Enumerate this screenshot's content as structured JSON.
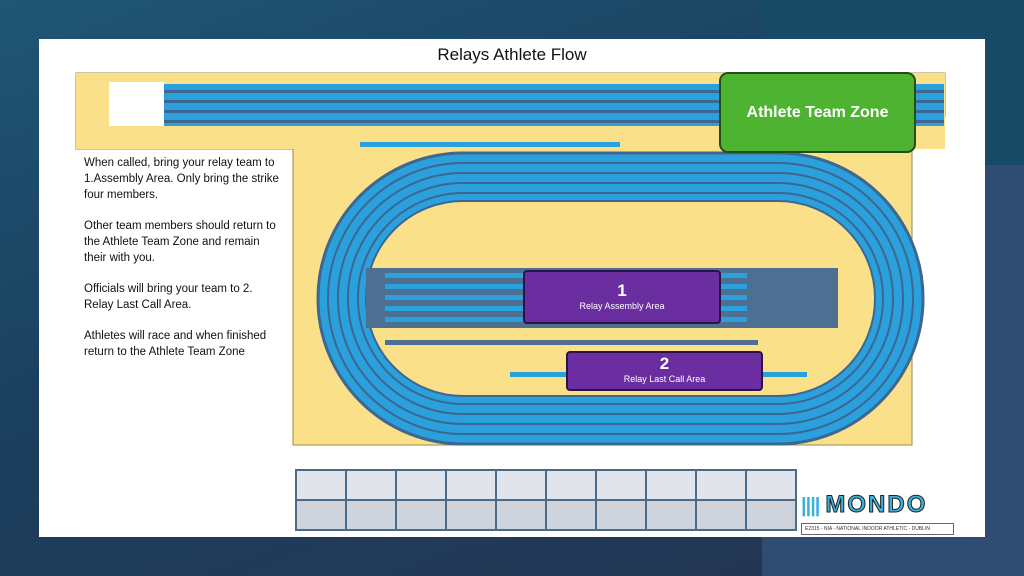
{
  "title": "Relays Athlete Flow",
  "instructions": [
    "When called, bring your relay team to 1.Assembly Area. Only bring the strike four members.",
    "Other team members should return to the Athlete Team Zone and remain their with you.",
    "Officials will bring your team to 2. Relay Last Call Area.",
    "Athletes will race and when finished return to the Athlete Team Zone"
  ],
  "zones": {
    "team_zone": "Athlete Team Zone",
    "assembly": {
      "number": "1",
      "label": "Relay Assembly  Area"
    },
    "last_call": {
      "number": "2",
      "label": "Relay Last Call Area"
    }
  },
  "logo": {
    "text": "MONDO",
    "caption": "E2315 - NIA - NATIONAL INDOOR ATHLETIC - DUBLIN"
  },
  "colors": {
    "sand": "#fbe08a",
    "track": "#2aa0dc",
    "lane": "#3d6690",
    "zone_green": "#4fb332",
    "area_purple": "#6a2ea0"
  }
}
